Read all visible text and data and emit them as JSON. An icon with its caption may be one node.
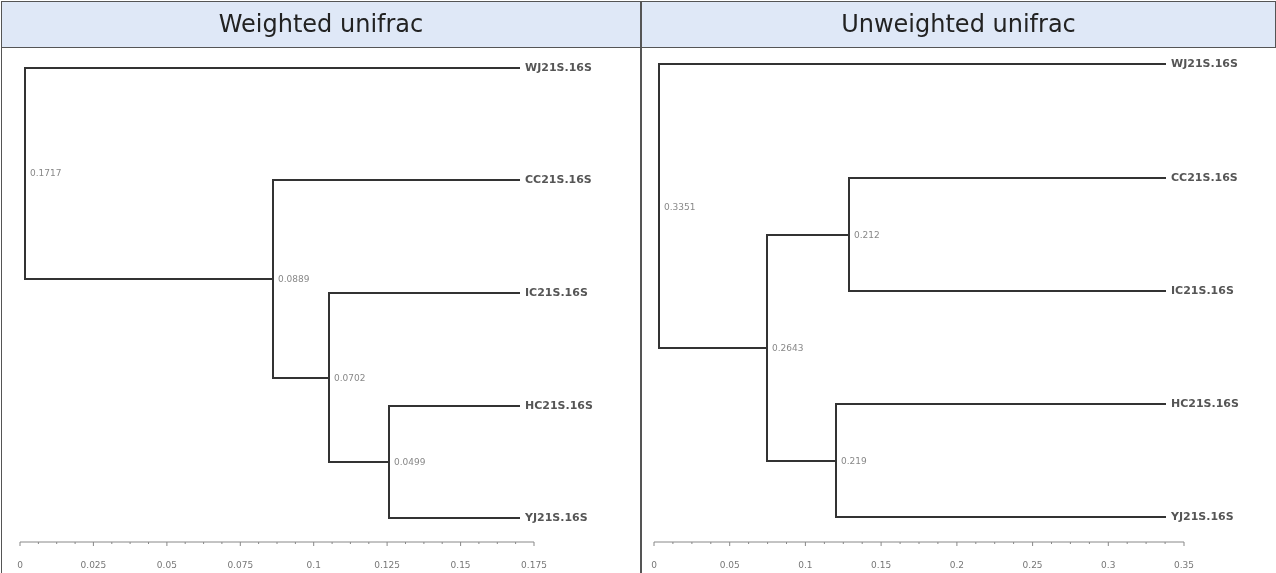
{
  "diagram": {
    "nodes": [
      {
        "text": [
          "0.1717"
        ]
      },
      {
        "text": [
          "WJ21S.16S"
        ]
      },
      {
        "text": [
          "0.0889"
        ]
      },
      {
        "text": [
          "CC21S.16S"
        ]
      },
      {
        "text": [
          "0.0702"
        ]
      },
      {
        "text": [
          "IC21S.16S"
        ]
      },
      {
        "text": [
          "0.0499"
        ]
      },
      {
        "text": [
          "HC21S.16S"
        ]
      },
      {
        "text": [
          "YJ21S.16S"
        ]
      },
      {
        "text": [
          "0.3351"
        ]
      },
      {
        "text": [
          "WJ21S.16S"
        ]
      },
      {
        "text": [
          "0.2643"
        ]
      },
      {
        "text": [
          "0.212"
        ]
      },
      {
        "text": [
          "CC21S.16S"
        ]
      },
      {
        "text": [
          "IC21S.16S"
        ]
      },
      {
        "text": [
          "0.219"
        ]
      },
      {
        "text": [
          "HC21S.16S"
        ]
      },
      {
        "text": [
          "YJ21S.16S"
        ]
      }
    ],
    "edges": [
      {
        "from": 0,
        "to": 1,
        "arrow": "none"
      },
      {
        "from": 0,
        "to": 2,
        "arrow": "none"
      },
      {
        "from": 2,
        "to": 3,
        "arrow": "none"
      },
      {
        "from": 2,
        "to": 4,
        "arrow": "none"
      },
      {
        "from": 4,
        "to": 5,
        "arrow": "none"
      },
      {
        "from": 4,
        "to": 6,
        "arrow": "none"
      },
      {
        "from": 6,
        "to": 7,
        "arrow": "none"
      },
      {
        "from": 6,
        "to": 8,
        "arrow": "none"
      },
      {
        "from": 9,
        "to": 10,
        "arrow": "none"
      },
      {
        "from": 9,
        "to": 11,
        "arrow": "none"
      },
      {
        "from": 11,
        "to": 12,
        "arrow": "none"
      },
      {
        "from": 11,
        "to": 15,
        "arrow": "none"
      },
      {
        "from": 12,
        "to": 13,
        "arrow": "none"
      },
      {
        "from": 12,
        "to": 14,
        "arrow": "none"
      },
      {
        "from": 15,
        "to": 16,
        "arrow": "none"
      },
      {
        "from": 15,
        "to": 17,
        "arrow": "none"
      }
    ],
    "labels": [
      "Weighted unifrac",
      "Unweighted unifrac",
      "0",
      "0.025",
      "0.05",
      "0.075",
      "0.1",
      "0.125",
      "0.15",
      "0.175",
      "0",
      "0.05",
      "0.1",
      "0.15",
      "0.2",
      "0.25",
      "0.3",
      "0.35"
    ]
  }
}
